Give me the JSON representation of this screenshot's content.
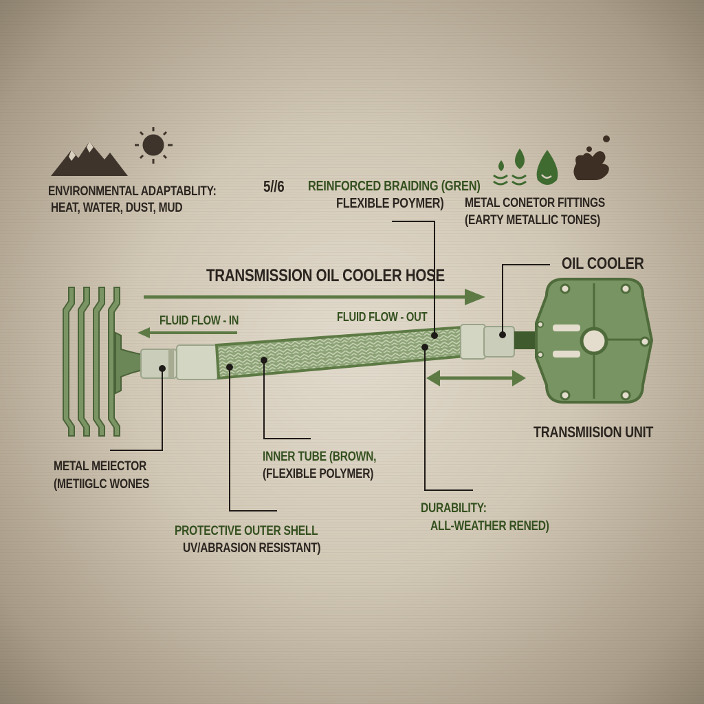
{
  "title": "TRANSMISSION OIL COOLER HOSE",
  "labels": {
    "environmental_line1": "ENVIRONMENTAL ADAPTABLITY:",
    "environmental_line2": "HEAT, WATER, DUST, MUD",
    "size": "5//6",
    "braiding_line1": "REINFORCED BRAIDING (GREN)",
    "braiding_line2": "FLEXIBLE POYMER)",
    "fittings_line1": "METAL CONETOR FITTINGS",
    "fittings_line2": "(EARTY METALLIC TONES)",
    "oil_cooler": "OIL COOLER",
    "flow_in": "FLUID FLOW - IN",
    "flow_out": "FLUID FLOW - OUT",
    "transmission_unit": "TRANSMIISION UNIT",
    "connector_line1": "METAL MEIECTOR",
    "connector_line2": "(METIIGLC WONES",
    "inner_tube_line1": "INNER TUBE (BROWN,",
    "inner_tube_line2": "(FLEXIBLE POLYMER)",
    "shell_line1": "PROTECTIVE OUTER SHELL",
    "shell_line2": "UV/ABRASION RESISTANT)",
    "durability_line1": "DURABILITY:",
    "durability_line2": "ALL-WEATHER RENED)"
  },
  "icons": [
    "mountain-icon",
    "sun-icon",
    "water-drops-icon",
    "water-drop-icon",
    "mud-splash-icon"
  ],
  "colors": {
    "green": "#5d7a45",
    "dark_green": "#34501f",
    "text_dark": "#2b2520",
    "mud_brown": "#3e2f24",
    "background": "#d6cdbd"
  }
}
